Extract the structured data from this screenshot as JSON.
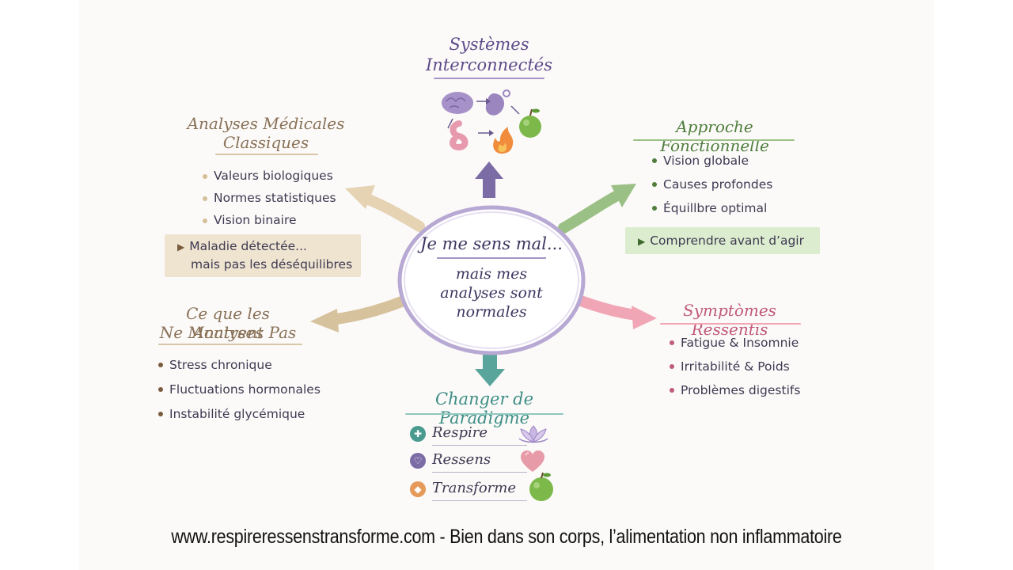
{
  "center": {
    "line1": "Je me sens mal...",
    "line2": "mais mes",
    "line3": "analyses sont",
    "line4": "normales"
  },
  "systemes": {
    "title1": "Systèmes",
    "title2": "Interconnectés",
    "icons": [
      "brain-icon",
      "organ-icon",
      "intestine-icon",
      "flame-icon",
      "apple-icon"
    ]
  },
  "analyses": {
    "title1": "Analyses Médicales",
    "title2": "Classiques",
    "items": [
      "Valeurs biologiques",
      "Normes statistiques",
      "Vision binaire"
    ],
    "callout1": "Maladie détectée...",
    "callout2": "mais pas les déséquilibres"
  },
  "approche": {
    "title": "Approche Fonctionnelle",
    "items": [
      "Vision globale",
      "Causes profondes",
      "Équillbre optimal"
    ],
    "callout": "Comprendre avant d’agir"
  },
  "nemontrent": {
    "title1": "Ce que les Analyses",
    "title2": "Ne Montrent Pas",
    "items": [
      "Stress chronique",
      "Fluctuations hormonales",
      "Instabilité glycémique"
    ]
  },
  "symptomes": {
    "title": "Symptòmes Ressentis",
    "items": [
      "Fatigue & Insomnie",
      "Irritabilité & Poids",
      "Problèmes digestifs"
    ]
  },
  "paradigme": {
    "title": "Changer de Paradigme",
    "items": [
      {
        "label": "Respire",
        "icon": "lotus-icon"
      },
      {
        "label": "Ressens",
        "icon": "heart-icon"
      },
      {
        "label": "Transforme",
        "icon": "apple-icon"
      }
    ]
  },
  "footer": "www.respireressenstransforme.com - Bien dans son corps, l’alimentation non inflammatoire",
  "colors": {
    "purple": "#5d4b8a",
    "beige": "#8a7258",
    "green": "#4f7d3c",
    "pink": "#c05a7a",
    "teal": "#3f8e86",
    "brown": "#7a5b3d"
  }
}
